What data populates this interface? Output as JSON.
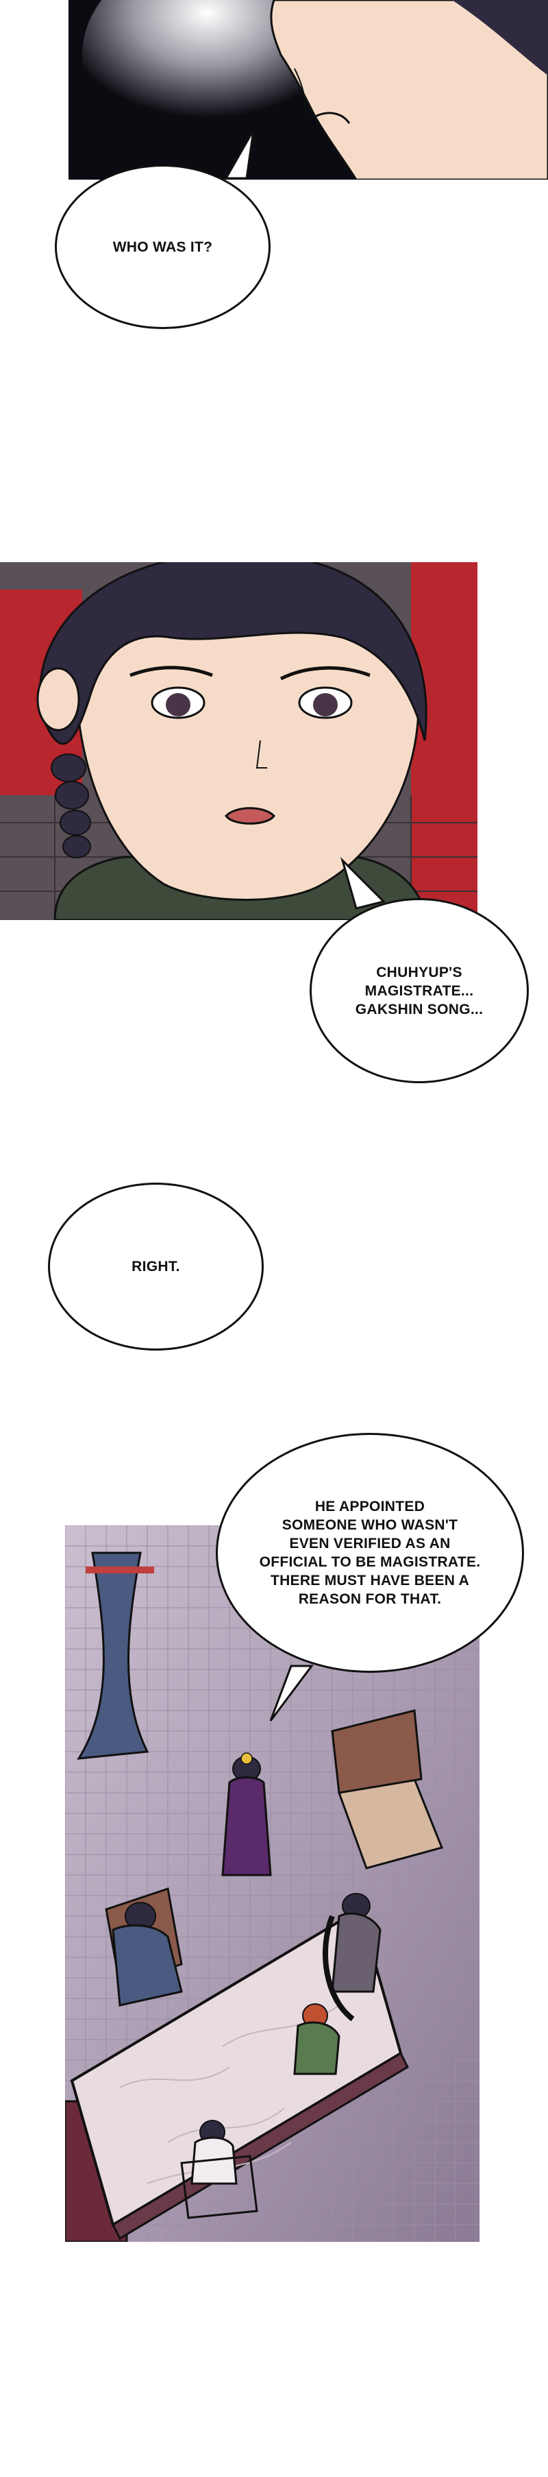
{
  "page": {
    "background": "#ffffff"
  },
  "colors": {
    "ink": "#111111",
    "skin": "#f6dcc8",
    "hair": "#2f2a40",
    "wall_red": "#b8262e",
    "floor_tile": "#b6a6b8",
    "robe_purple": "#5a2a6a",
    "table_marble": "#e8dce0"
  },
  "dialogue": [
    {
      "id": "who-was-it",
      "text": "WHO WAS IT?"
    },
    {
      "id": "chuhyup",
      "text": "CHUHYUP'S\nMAGISTRATE...\nGAKSHIN SONG..."
    },
    {
      "id": "right",
      "text": "RIGHT."
    },
    {
      "id": "appointed",
      "text": "HE APPOINTED\nSOMEONE WHO WASN'T\nEVEN VERIFIED AS AN\nOFFICIAL TO BE MAGISTRATE.\nTHERE MUST HAVE BEEN A\nREASON FOR THAT."
    }
  ]
}
